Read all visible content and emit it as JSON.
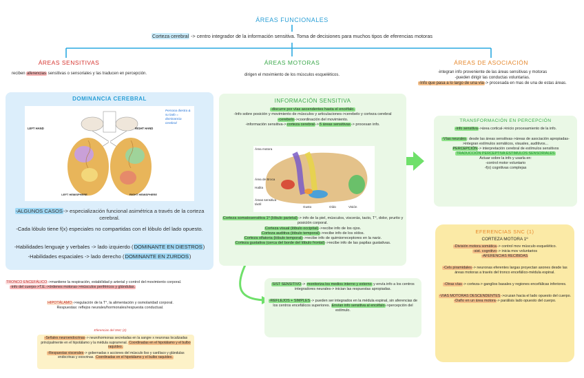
{
  "header": {
    "title": "ÁREAS FUNCIONALES",
    "subtitle_keyword": "Corteza cerebral",
    "subtitle_rest": "-> centro integrador de la información sensitiva. Toma de decisiones para muchos tipos de eferencias motoras"
  },
  "columns": {
    "sensitivas": {
      "title": "ÁREAS SENSITIVAS",
      "text_a": "reciben ",
      "text_hl": "aferencias",
      "text_b": " sensitivas o sensoriales y las traducen en percepción."
    },
    "motoras": {
      "title": "ÁREAS MOTORAS",
      "text": "dirigen el movimiento de los músculos esqueléticos."
    },
    "asociacion": {
      "title": "ÁREAS DE ASOCIACIÓN",
      "line1": "-integran info proveniente de las áreas sensitivas y motoras",
      "line2": "-pueden dirigir las conductas voluntarias.",
      "line3_hl": "-Info que pasa a lo largo de una vía",
      "line3_rest": "-> procesada en mas de una de estas áreas."
    }
  },
  "dominancia": {
    "title": "DOMINANCIA CEREBRAL",
    "figure_labels": {
      "left_hand": "LEFT HAND",
      "right_hand": "RIGHT HAND",
      "left_hemisphere": "LEFT HEMISPHERE",
      "right_hemisphere": "RIGHT HEMISPHERE",
      "note": "Persona diestra & su lado = dominancia cerebral"
    },
    "casos_hl": "-ALGUNOS CASOS",
    "casos_rest": "-> especialización funcional asimétrica a través de la corteza cerebral.",
    "lobulo": "-Cada lóbulo tiene f(x) especiales no compartidas con el lóbulo del lado opuesto.",
    "hab1_a": "-Habilidades lenguaje y verbales -> lado izquierdo (",
    "hab1_hl": "DOMINANTE EN DIESTROS",
    "hab1_b": ")",
    "hab2_a": "-Habilidades espaciales -> lado derecho (",
    "hab2_hl": "DOMINANTE EN ZURDOS",
    "hab2_b": ")"
  },
  "informacion": {
    "title": "INFORMACIÓN SENSITIVA",
    "l1_hl": "-discurre por vías ascendentes hasta el encéfalo.",
    "l2": "-Info sobre posición y movimiento de músculos y articulaciones->cerebelo y corteza cerebral",
    "l3_hl": "-cerebelo",
    "l3_rest": "->coordinación del movimiento.",
    "l4_a": "-información sensitiva->",
    "l4_hl1": "corteza cerebral",
    "l4_b": "->",
    "l4_hl2": "5 áreas sensitivas",
    "l4_c": "-> procesan info.",
    "brain_labels": {
      "motor": "Área motora",
      "broca": "Área de Broca",
      "habla": "Habla",
      "sensitiva": "Áreas sensitiva táctil",
      "gusto": "Gusto",
      "oido": "Oído",
      "vision": "Visión"
    },
    "s1_hl": "Corteza somatosensitiva 1º (lóbulo parietal)",
    "s1_rest": "-> info de la piel, músculos, viscerás, tacto, T°, dolor, prurito y posición corporal.",
    "s2_hl": "Corteza visual (lóbulo occipital)",
    "s2_rest": "->recibe info de los ojos.",
    "s3_hl": "Corteza auditiva (lóbulo temporal)",
    "s3_rest": "->recibe info de los oídos.",
    "s4_hl": "Corteza olfatoria (lóbulo temporal)",
    "s4_rest": "->recibe info de quimiorreceptores en la nariz.",
    "s5_hl": "Corteza gustativa (cerca del borde del lóbulo frontal)",
    "s5_rest": "->recibe info de las papilas gustativas."
  },
  "transformacion": {
    "title": "TRANSFORMACIÓN EN PERCEPCIÓN",
    "l1_hl": "-info sensitiva",
    "l1_rest": "->área cortical->inicio procesamiento de la info.",
    "l2_hl": "-Vías neurales",
    "l2_rest": ": desde las áreas sensitivas->áreas de asociación apropiadas->integran estímulos somáticos, visuales, auditivos...",
    "l3_hl": "PERCEPCIÓN",
    "l3_rest": "-> interpretación cerebral de estímulos sensitivos",
    "subtitle": "TRADUCCIÓN PERCEPTIVA ESTIMULOS SENSORIALES",
    "l4": "Actuar sobre la info y usarla en:",
    "l5": "-control motor voluntario",
    "l6": "-f(x) cognitivas complejas"
  },
  "eferencias": {
    "title": "EFERENCIAS SNC (1)",
    "subtitle": "CORTEZA MOTORA 1º",
    "l1_hl": "-División motora somática",
    "l1_rest": "-> control mov músculo esquelético.",
    "l2_hl": "-sist. cognitivo",
    "l2_rest": "-> inicia mov voluntarios",
    "l3_hl": "-AFERENCIAS RECIBIDAS",
    "l4_hl": "-Cels piramidales",
    "l4_rest": "-> neuronas eferentes largas proyectan axones desde las áreas motoras a través del tronco encefálico-médula espinal.",
    "l5_hl": "-Otras vías",
    "l5_rest": "-> corteza-> ganglios basales y regiones encefálicas inferiores.",
    "l6_hl": "-VIAS MOTORAS DESCENDENTES",
    "l6_rest": "->cruzan hacia el lado opuesto del cuerpo.",
    "l7_hl": "-Daño en un área motora",
    "l7_rest": "-> parálisis lado opuesto del cuerpo."
  },
  "sist_sensitivo": {
    "l1_hl": "SIST SENSITIVO",
    "l1_a": "-> ",
    "l1_hl2": "monitoriza los medios interno y externo",
    "l1_b": " y envía info a los centros integradores neurales-> inician las respuestas apropiadas.",
    "l2_hl": "-REFLEJOS + SIMPLES",
    "l2_rest": "-> pueden ser integrados en la médula espinal, sin aferencias de los centros encefálicos superiores.",
    "l2_hl2": "Envían info sensitiva al encéfalo",
    "l2_rest2": "->percepción del estímulo."
  },
  "tronco": {
    "t1_hl": "TRONCO ENCEFÁLICO",
    "t1_rest": "->mantiene la respiración, estabilidad p arterial y control del movimiento corporal.",
    "t1b": "-info del cuerpo->T.E.->órdenes motoras->músculos periféricos y glándulas.",
    "t2_hl": "HIPOTÁLAMO",
    "t2_rest": "->regulación de la T°, la alimentación y osmolaridad corporal.",
    "t2b": "Respuestas: reflejos neurales/hormonales/respuesta conductual.",
    "ef_title": "Eferencias del SNC (2)",
    "e1_hl": "-Señales neuroendocrinas",
    "e1_rest": "-> neurohormonas secretadas en la sangre x neuronas localizadas principalmente en el hipotálamo y la médula suprarrenal. ",
    "e1_hl2": "Coordinadas en el hipotálamo y el bulbo raquídeo.",
    "e2_hl": "-Respuestas viscerales",
    "e2_rest": "-> gobernadas x acciones del músculo liso y cardíaco y glándulas endocrinas y exocrinas. ",
    "e2_hl2": "Coordinadas en el hipotálamo y el bulbo raquídeo."
  }
}
